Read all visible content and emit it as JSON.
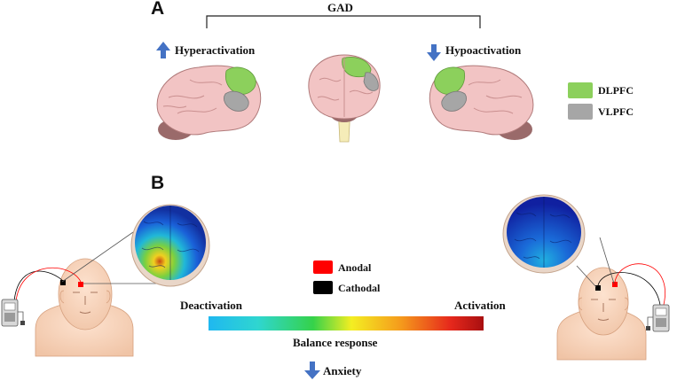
{
  "panel_a": {
    "letter": "A",
    "group_label": "GAD",
    "left_label": "Hyperactivation",
    "right_label": "Hypoactivation",
    "legend": [
      {
        "label": "DLPFC",
        "color": "#8cd05c"
      },
      {
        "label": "VLPFC",
        "color": "#a6a6a6"
      }
    ]
  },
  "panel_b": {
    "letter": "B",
    "legend": [
      {
        "label": "Anodal",
        "color": "#ff0000"
      },
      {
        "label": "Cathodal",
        "color": "#000000"
      }
    ],
    "scale_left": "Deactivation",
    "scale_right": "Activation",
    "scale_caption": "Balance response",
    "outcome_label": "Anxiety"
  },
  "colors": {
    "arrow": "#4472c4",
    "brain_pink": "#f2c4c4",
    "cerebellum": "#9a6a6a"
  }
}
